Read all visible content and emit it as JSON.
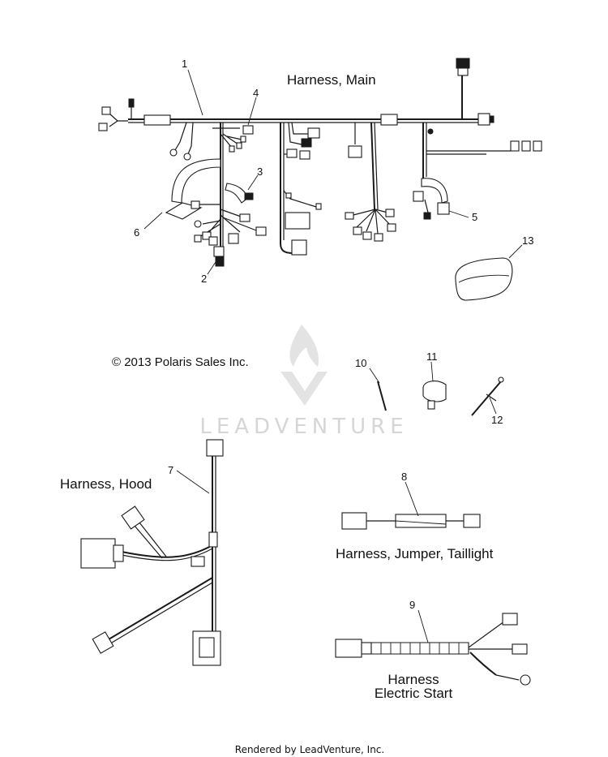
{
  "titles": {
    "harness_main": "Harness, Main",
    "harness_hood": "Harness, Hood",
    "harness_jumper": "Harness, Jumper, Taillight",
    "harness_electric_line1": "Harness",
    "harness_electric_line2": "Electric Start"
  },
  "copyright": "© 2013 Polaris Sales Inc.",
  "watermark": "LEADVENTURE",
  "footer": "Rendered by LeadVenture, Inc.",
  "callouts": [
    "1",
    "2",
    "3",
    "4",
    "5",
    "6",
    "7",
    "8",
    "9",
    "10",
    "11",
    "12",
    "13"
  ]
}
